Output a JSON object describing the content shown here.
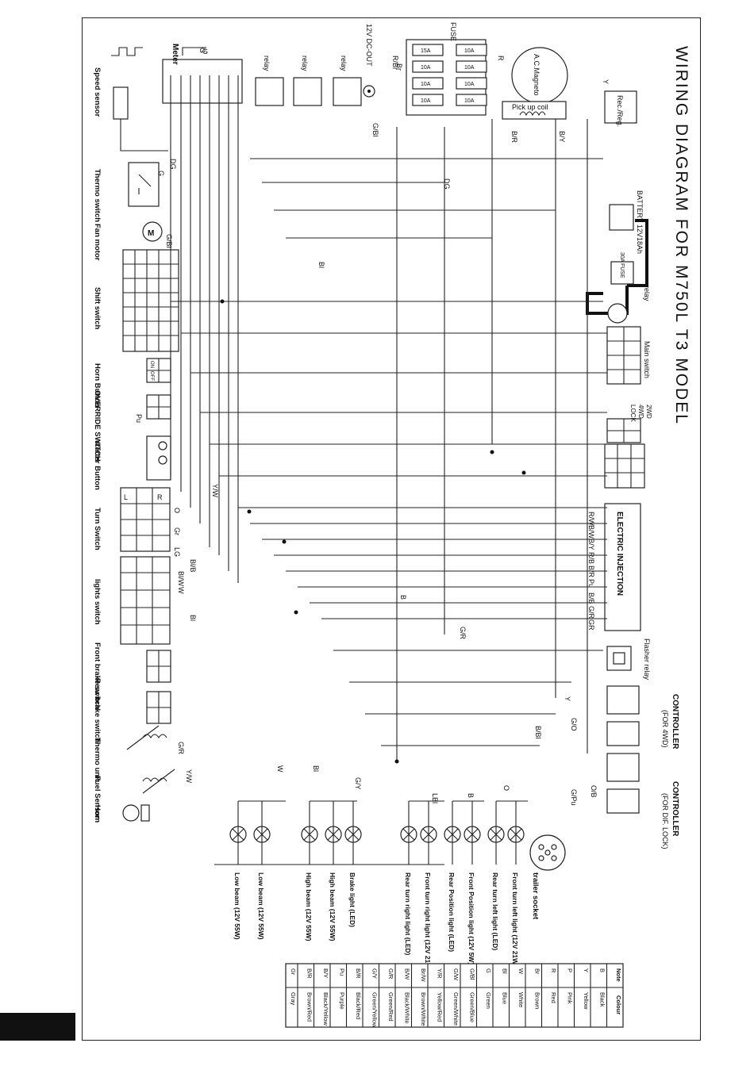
{
  "title": "WIRING DIAGRAM FOR M750L T3 MODEL",
  "components": {
    "meter": "Meter",
    "fuse": "FUSE",
    "dc_out": "12V DC-OUT",
    "ac_magneto": "A.C.Magneto",
    "rec_reg": "Rec./Reg.",
    "pickup_coil": "Pick up coil",
    "battery": "BATTERY 12V18Ah",
    "fuse_30a": "30A FUSE",
    "relay": "relay",
    "main_switch": "Main switch",
    "two_wd": "2WD",
    "four_wd": "4WD",
    "lock": "LOCK",
    "electric_injection": "ELECTRIC INJECTION",
    "flasher_relay": "Flasher relay",
    "controller": "CONTROLLER",
    "controller_4wd": "(FOR 4WD)",
    "controller_diff": "(FOR DIF. LOCK)",
    "trailer_socket": "trailer socket",
    "speed_sensor": "Speed sensor",
    "thermo_switch": "Thermo switch",
    "fan_motor": "Fan motor",
    "shift_switch": "Shift switch",
    "horn_button": "Horn Button",
    "override_switch": "OVERRIDE SWITCH",
    "starter_button": "starter Button",
    "turn_switch": "Turn Switch",
    "lights_switch": "lights switch",
    "front_brake_switch": "Front brake switch",
    "rear_brake_switch": "Rear brake switch",
    "thermo_unit": "Thermo unit",
    "fuel_sensor": "Fuel Sensor",
    "horn": "Horn"
  },
  "lights": [
    "Low beam (12V 55W)",
    "Low beam (12V 55W)",
    "High beam (12V 55W)",
    "High beam (12V 55W)",
    "Brake light (LED)",
    "Rear turn right light (LED)",
    "Front turn right light (12V 21W)",
    "Rear Position light (LED)",
    "Front Position light (12V 5W)",
    "Rear turn left light (LED)",
    "Front turn left light (12V 21W)"
  ],
  "fuse_ratings": [
    "15A",
    "10A",
    "10A",
    "10A",
    "10A",
    "10A",
    "10A",
    "10A"
  ],
  "wire_labels": {
    "ei": [
      "R/W",
      "B/W",
      "B/Y",
      "R/B",
      "B/R",
      "Pu",
      "B/B",
      "G/R",
      "GR"
    ],
    "misc": [
      "G",
      "G",
      "B/R",
      "B/Y",
      "R",
      "Y",
      "R/Br",
      "Br",
      "G/Bl",
      "DG",
      "DG",
      "Bl",
      "G/Bl",
      "Y/W",
      "O",
      "Gr",
      "LG",
      "Bl/B",
      "Bl/W",
      "W",
      "Bl",
      "B",
      "G/R",
      "Y",
      "G/O",
      "B/Bl",
      "G/Pu",
      "O/B",
      "G/R",
      "Y/W",
      "W",
      "Bl",
      "G/Y",
      "LBl",
      "B",
      "O"
    ]
  },
  "legend": {
    "headers": [
      "Note",
      "Colour"
    ],
    "rows": [
      [
        "B",
        "Black"
      ],
      [
        "Y",
        "Yellow"
      ],
      [
        "P",
        "Pink"
      ],
      [
        "R",
        "Red"
      ],
      [
        "Br",
        "Brown"
      ],
      [
        "W",
        "White"
      ],
      [
        "Bl",
        "Blue"
      ],
      [
        "G",
        "Green"
      ],
      [
        "G/Bl",
        "Green/Blue"
      ],
      [
        "G/W",
        "Green/White"
      ],
      [
        "Y/R",
        "Yellow/Red"
      ],
      [
        "Br/W",
        "Brown/White"
      ],
      [
        "B/W",
        "Black/White"
      ],
      [
        "G/R",
        "Green/Red"
      ],
      [
        "G/Y",
        "Green/Yellow"
      ],
      [
        "B/R",
        "Black/Red"
      ],
      [
        "Pu",
        "Purple"
      ],
      [
        "B/Y",
        "Black/Yellow"
      ],
      [
        "B/R",
        "Brown/Red"
      ],
      [
        "Gr",
        "Gray"
      ]
    ]
  },
  "switch_labels": {
    "on": "ON",
    "off": "OFF",
    "pu": "Pu",
    "l": "L",
    "r": "R"
  }
}
